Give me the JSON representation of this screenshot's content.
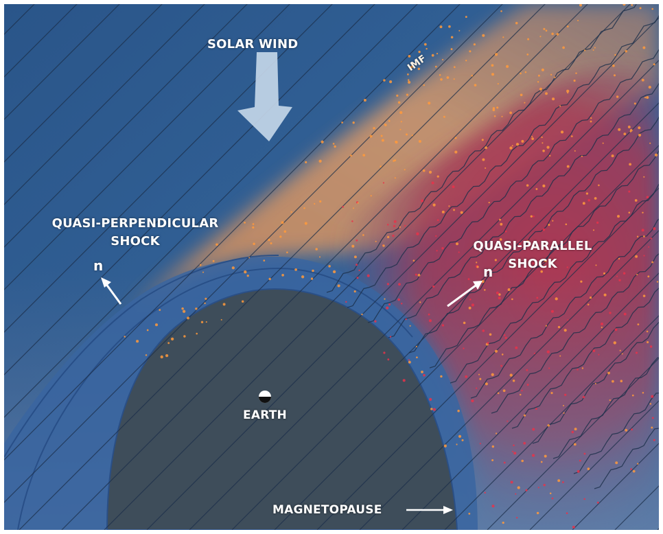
{
  "labels": {
    "solar_wind": "SOLAR WIND",
    "imf": "IMF",
    "quasi_perp_line1": "QUASI-PERPENDICULAR",
    "quasi_perp_line2": "SHOCK",
    "quasi_par_line1": "QUASI-PARALLEL",
    "quasi_par_line2": "SHOCK",
    "normal_left": "n",
    "normal_right": "n",
    "earth": "EARTH",
    "magnetopause": "MAGNETOPAUSE"
  },
  "colors": {
    "space_blue": "#2f5c91",
    "magnetosphere": "#3f4f5c",
    "magnetosheath": "#3a6aa0",
    "upstream_orange": "#d9925a",
    "foreshock_red": "#b0344f",
    "particle_orange": "#ff9a3c",
    "particle_red": "#e8334a",
    "field_line": "#1c2f4a",
    "label_white": "#ffffff"
  }
}
